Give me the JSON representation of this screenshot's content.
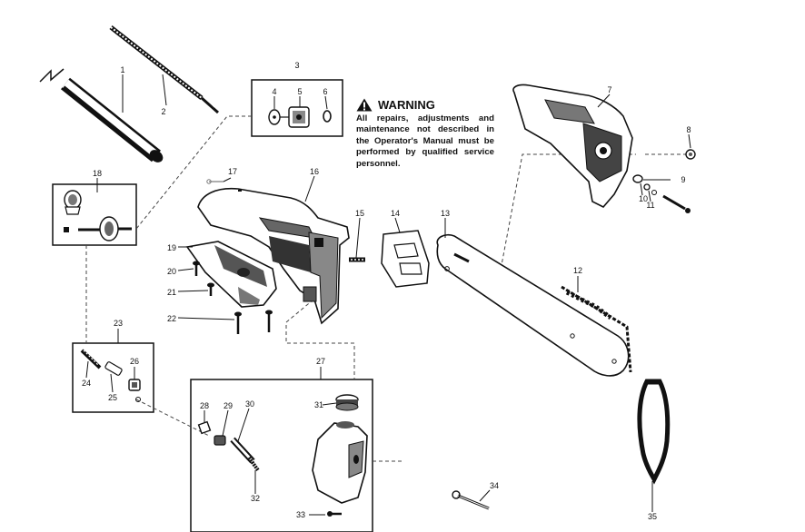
{
  "warning": {
    "title": "WARNING",
    "body": "All repairs, adjustments and maintenance not described in the Operator's Manual must be performed by qualified service personnel."
  },
  "callouts": [
    "1",
    "2",
    "3",
    "4",
    "5",
    "6",
    "7",
    "8",
    "9",
    "10",
    "11",
    "12",
    "13",
    "14",
    "15",
    "16",
    "17",
    "18",
    "19",
    "20",
    "21",
    "22",
    "23",
    "24",
    "25",
    "26",
    "27",
    "28",
    "29",
    "30",
    "31",
    "32",
    "33",
    "34",
    "35"
  ],
  "icons": {
    "warning": "warning-triangle-icon"
  },
  "colors": {
    "ink": "#111111",
    "paper": "#ffffff"
  }
}
